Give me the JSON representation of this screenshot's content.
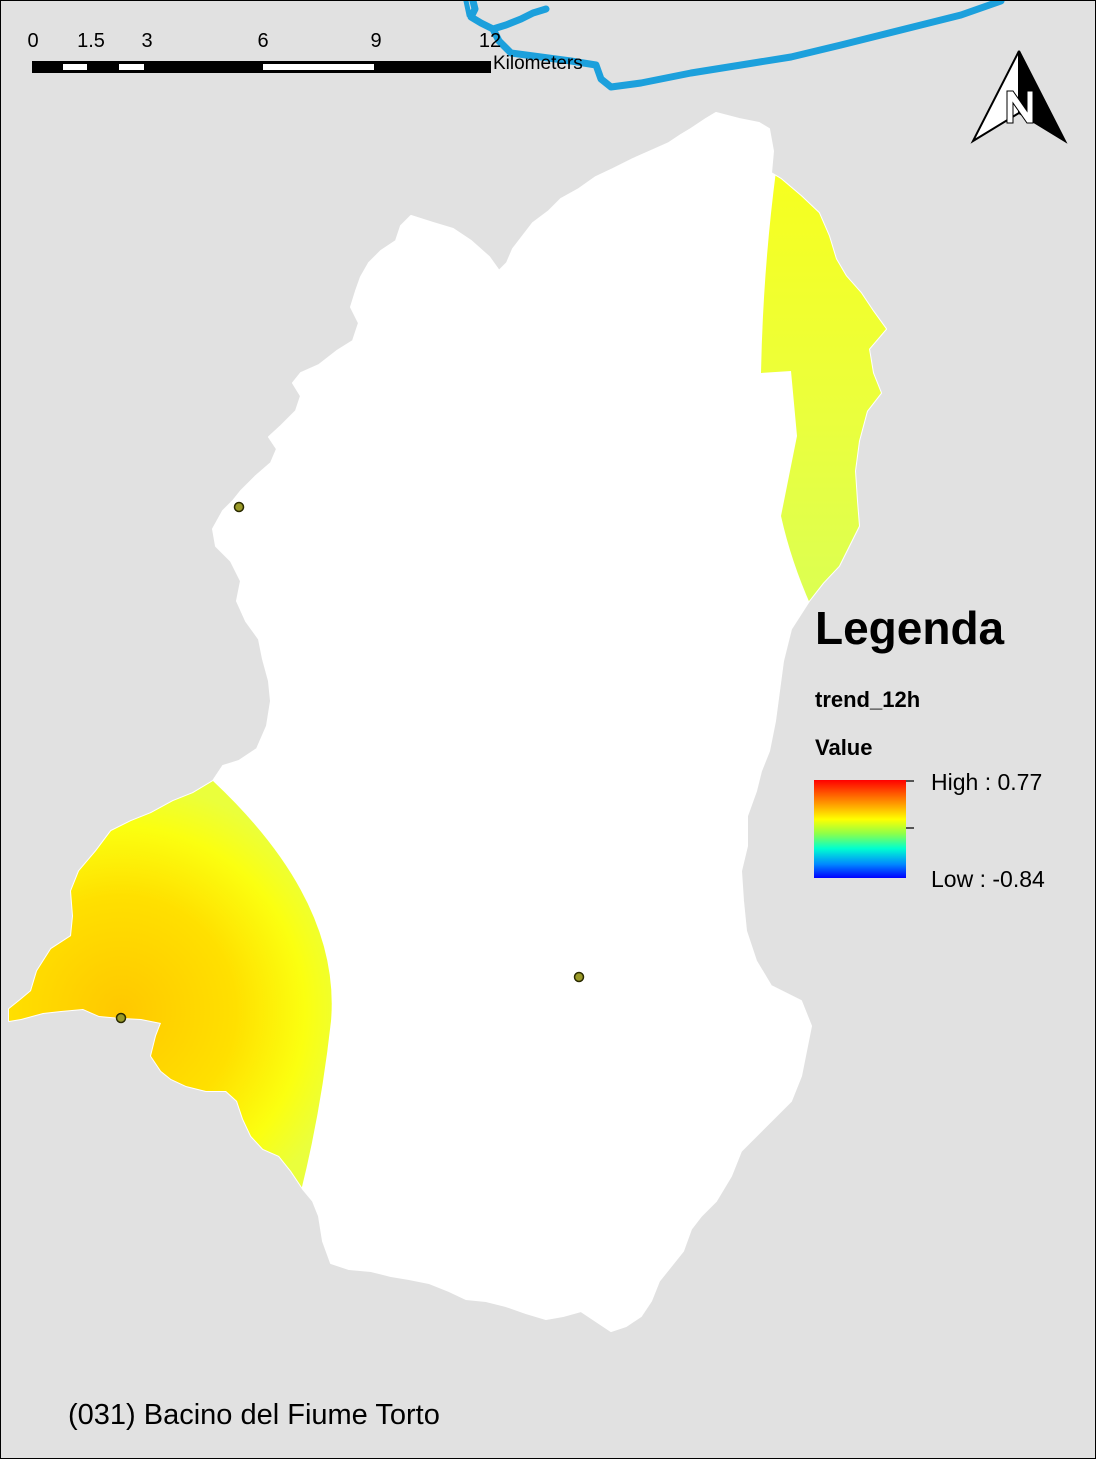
{
  "scale_bar": {
    "ticks": [
      "0",
      "1.5",
      "3",
      "6",
      "9",
      "12"
    ],
    "unit": "Kilometers"
  },
  "north_arrow": {
    "icon": "north-arrow-icon",
    "label": "N"
  },
  "legend": {
    "title": "Legenda",
    "layer": "trend_12h",
    "field": "Value",
    "high_label": "High : 0.77",
    "low_label": "Low : -0.84",
    "ramp_colors": [
      "#ff0000",
      "#ff8c00",
      "#ffff00",
      "#8cff4a",
      "#00ffd0",
      "#0088ff",
      "#0000ff"
    ]
  },
  "map": {
    "basin_title": "(031) Bacino del Fiume Torto",
    "colors": {
      "background": "#e1e1e1",
      "basin": "#ffffff",
      "river": "#1ca0dc",
      "station": "#9a9a28"
    }
  }
}
